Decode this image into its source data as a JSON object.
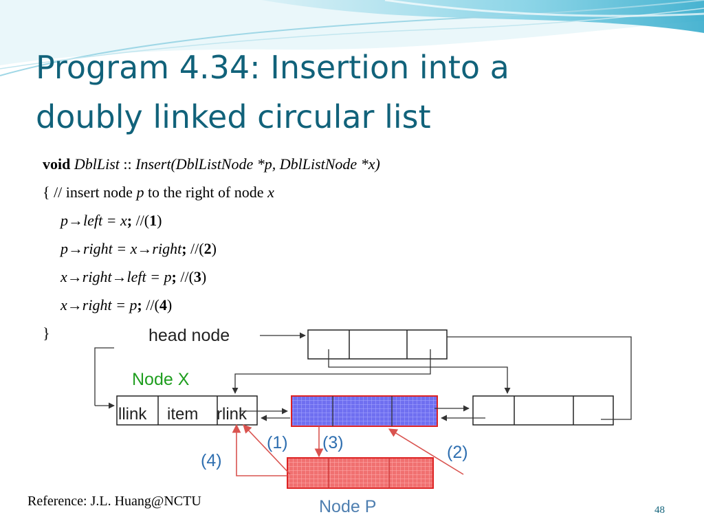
{
  "slide": {
    "title_line1": "Program 4.34: Insertion into a",
    "title_line2": "doubly linked circular list",
    "code": {
      "signature": {
        "keyword": "void",
        "class_name": "DblList",
        "scope": " :: ",
        "method": "Insert",
        "params": "(DblListNode *p, DblListNode *x)"
      },
      "open_brace": "{",
      "comment_pre": " // insert node ",
      "comment_p": "p",
      "comment_mid": " to the right of node ",
      "comment_x": "x",
      "lines": [
        {
          "target": "p→left",
          "eq": " = ",
          "value": "x",
          "semi": ";",
          "sp": " ",
          "cmt": "//(",
          "num": "1",
          "close": ")"
        },
        {
          "target": "p→right",
          "eq": " = ",
          "value": "x→right",
          "semi": ";",
          "sp": " ",
          "cmt": "//(",
          "num": "2",
          "close": ")"
        },
        {
          "target": "x→right→left",
          "eq": " = ",
          "value": "p",
          "semi": ";",
          "sp": "  ",
          "cmt": "//(",
          "num": "3",
          "close": ")"
        },
        {
          "target": "x→right",
          "eq": " = ",
          "value": "p",
          "semi": ";",
          "sp": " ",
          "cmt": "//(",
          "num": "4",
          "close": ")"
        }
      ],
      "close_brace": "}"
    },
    "diagram": {
      "head_node_label": "head node",
      "node_x_label": "Node X",
      "node_p_label": "Node P",
      "field_llink": "llink",
      "field_item": "item",
      "field_rlink": "rlink",
      "step_labels": [
        "(1)",
        "(2)",
        "(3)",
        "(4)"
      ],
      "colors": {
        "node_x_label": "#1f9e1f",
        "node_p_label": "#4f7fb0",
        "step_labels": "#2f6fb0",
        "new_arrows": "#d9534f",
        "node_blue": "#6f6ff0",
        "node_red": "#f07070"
      }
    },
    "reference": "Reference:  J.L. Huang@NCTU",
    "page_number": "48"
  }
}
